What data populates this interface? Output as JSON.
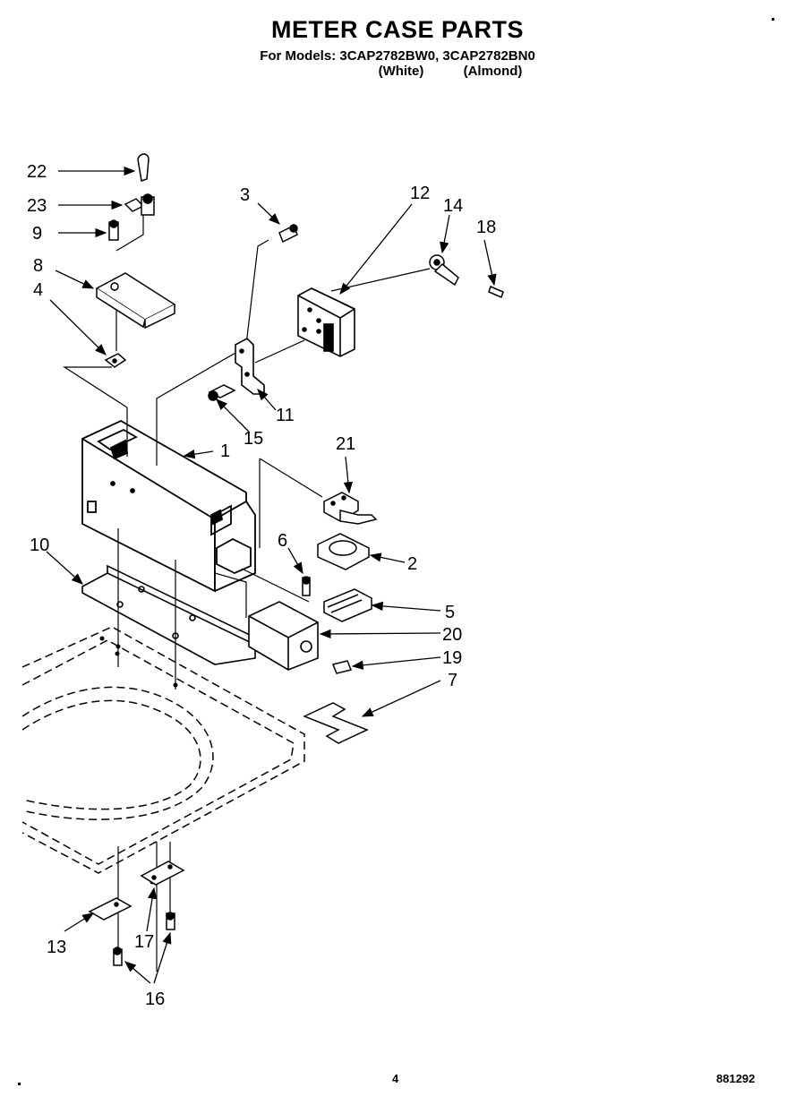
{
  "header": {
    "title": "METER CASE PARTS",
    "models_line": "For Models: 3CAP2782BW0, 3CAP2782BN0",
    "variant_white": "(White)",
    "variant_almond": "(Almond)"
  },
  "callouts": [
    "22",
    "23",
    "9",
    "8",
    "4",
    "3",
    "12",
    "14",
    "18",
    "11",
    "15",
    "1",
    "21",
    "6",
    "2",
    "10",
    "5",
    "20",
    "19",
    "7",
    "13",
    "17",
    "16"
  ],
  "footer": {
    "page_number": "4",
    "doc_code": "881292"
  }
}
